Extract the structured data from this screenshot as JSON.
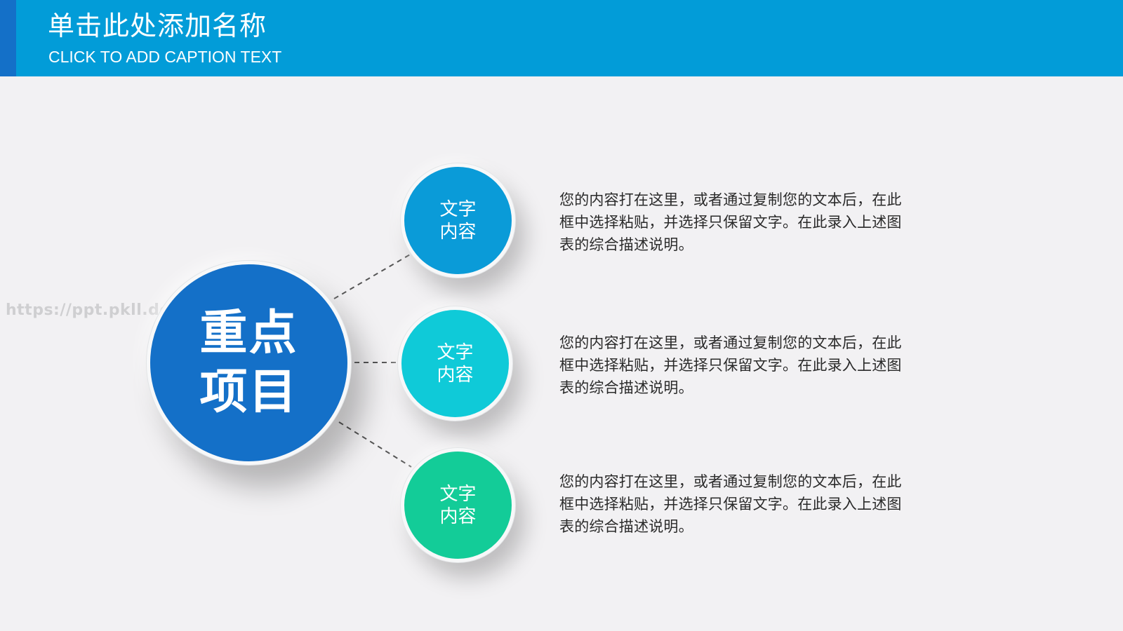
{
  "header": {
    "title": "单击此处添加名称",
    "subtitle": "CLICK TO ADD CAPTION TEXT",
    "bg_color": "#029cd8",
    "accent_color": "#1470c8"
  },
  "watermark": "https://ppt.pkll.de",
  "main": {
    "center_label": "重点项目",
    "center_color": "#1470c8",
    "nodes": [
      {
        "label": "文字内容",
        "color": "#0a9bd8",
        "description": "您的内容打在这里，或者通过复制您的文本后，在此框中选择粘贴，并选择只保留文字。在此录入上述图表的综合描述说明。"
      },
      {
        "label": "文字内容",
        "color": "#0fcad8",
        "description": "您的内容打在这里，或者通过复制您的文本后，在此框中选择粘贴，并选择只保留文字。在此录入上述图表的综合描述说明。"
      },
      {
        "label": "文字内容",
        "color": "#13cc98",
        "description": "您的内容打在这里，或者通过复制您的文本后，在此框中选择粘贴，并选择只保留文字。在此录入上述图表的综合描述说明。"
      }
    ]
  }
}
